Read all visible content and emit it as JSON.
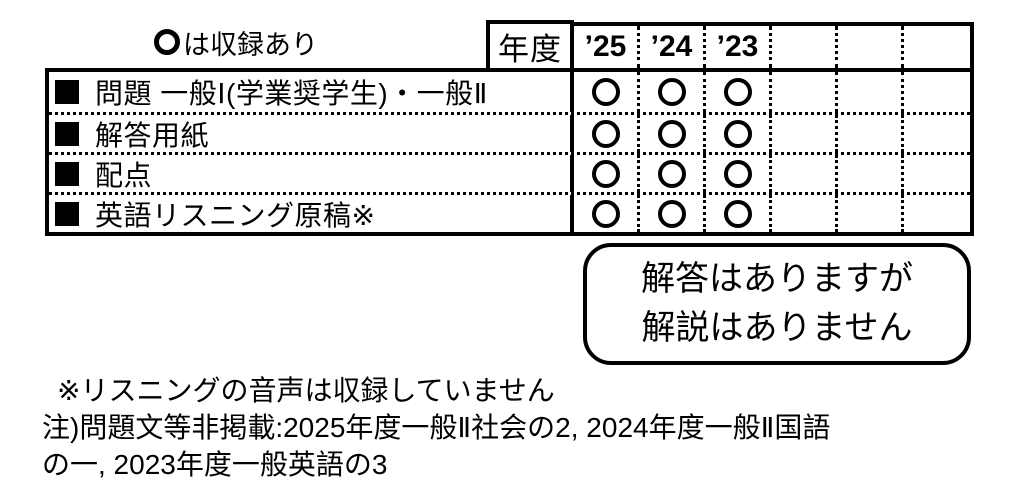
{
  "legend": {
    "mark_icon": "circle-outline",
    "text": "は収録あり"
  },
  "table": {
    "year_header_label": "年度",
    "year_columns": [
      "’25",
      "’24",
      "’23",
      "",
      "",
      ""
    ],
    "row_bullet_icon": "filled-square",
    "included_mark_icon": "circle-outline",
    "rows": [
      {
        "label": "問題 一般Ⅰ(学業奨学生)・一般Ⅱ",
        "marks": [
          true,
          true,
          true,
          false,
          false,
          false
        ]
      },
      {
        "label": "解答用紙",
        "marks": [
          true,
          true,
          true,
          false,
          false,
          false
        ]
      },
      {
        "label": "配点",
        "marks": [
          true,
          true,
          true,
          false,
          false,
          false
        ]
      },
      {
        "label": "英語リスニング原稿※",
        "marks": [
          true,
          true,
          true,
          false,
          false,
          false
        ]
      }
    ]
  },
  "callout": {
    "line1": "解答はありますが",
    "line2": "解説はありません"
  },
  "notes": [
    "※リスニングの音声は収録していません",
    "注)問題文等非掲載:2025年度一般Ⅱ社会の2, 2024年度一般Ⅱ国語",
    "の一, 2023年度一般英語の3"
  ],
  "colors": {
    "ink": "#000000",
    "background": "#ffffff"
  }
}
